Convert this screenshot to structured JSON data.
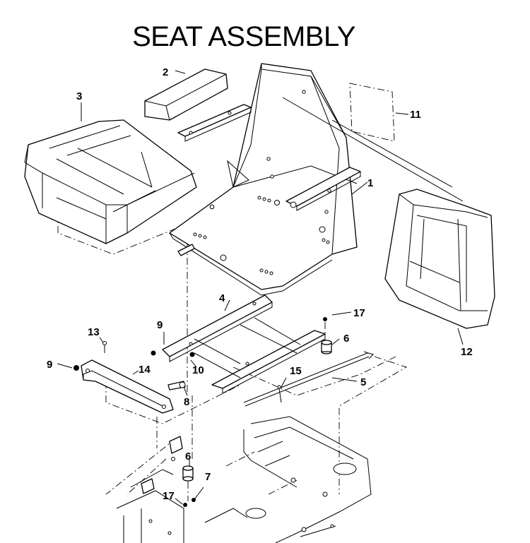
{
  "title": "SEAT ASSEMBLY",
  "callouts": [
    {
      "id": "1",
      "label": "1"
    },
    {
      "id": "2",
      "label": "2"
    },
    {
      "id": "3",
      "label": "3"
    },
    {
      "id": "4",
      "label": "4"
    },
    {
      "id": "5",
      "label": "5"
    },
    {
      "id": "6a",
      "label": "6"
    },
    {
      "id": "6b",
      "label": "6"
    },
    {
      "id": "7",
      "label": "7"
    },
    {
      "id": "8",
      "label": "8"
    },
    {
      "id": "9a",
      "label": "9"
    },
    {
      "id": "9b",
      "label": "9"
    },
    {
      "id": "10",
      "label": "10"
    },
    {
      "id": "11",
      "label": "11"
    },
    {
      "id": "12",
      "label": "12"
    },
    {
      "id": "13",
      "label": "13"
    },
    {
      "id": "14",
      "label": "14"
    },
    {
      "id": "15",
      "label": "15"
    },
    {
      "id": "17a",
      "label": "17"
    },
    {
      "id": "17b",
      "label": "17"
    }
  ]
}
